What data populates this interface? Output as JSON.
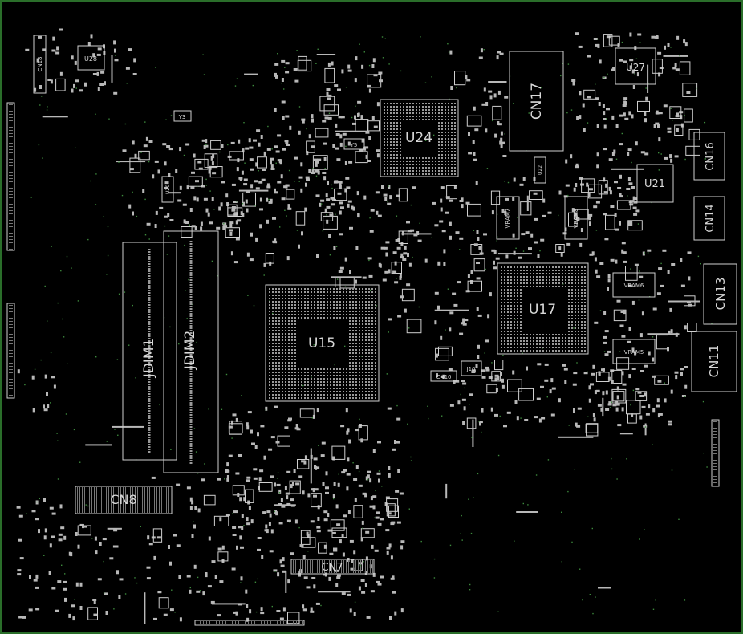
{
  "title": "",
  "colors": {
    "background": "#000000",
    "frame": "#2a6e2a",
    "silkscreen": "#cfcfcf",
    "pad": "#b8b8b8",
    "via": "#3d8a3d"
  },
  "labels": {
    "u15": "U15",
    "u17": "U17",
    "u24": "U24",
    "cn17": "CN17",
    "u27": "U27",
    "u21": "U21",
    "u28": "U28",
    "cn16": "CN16",
    "cn14": "CN14",
    "cn13": "CN13",
    "cn11": "CN11",
    "cn8": "CN8",
    "cn7": "CN7",
    "jdim1": "JDIM1",
    "jdim2": "JDIM2",
    "y3": "Y3",
    "y5": "Y5",
    "vram5": "VRAM5",
    "vram6": "VRAM6",
    "vram7": "VRAM7",
    "vram8": "VRAM8",
    "cn10": "CN10",
    "j10": "J10",
    "cn18": "CN18",
    "u20": "U20",
    "u22": "U22"
  }
}
